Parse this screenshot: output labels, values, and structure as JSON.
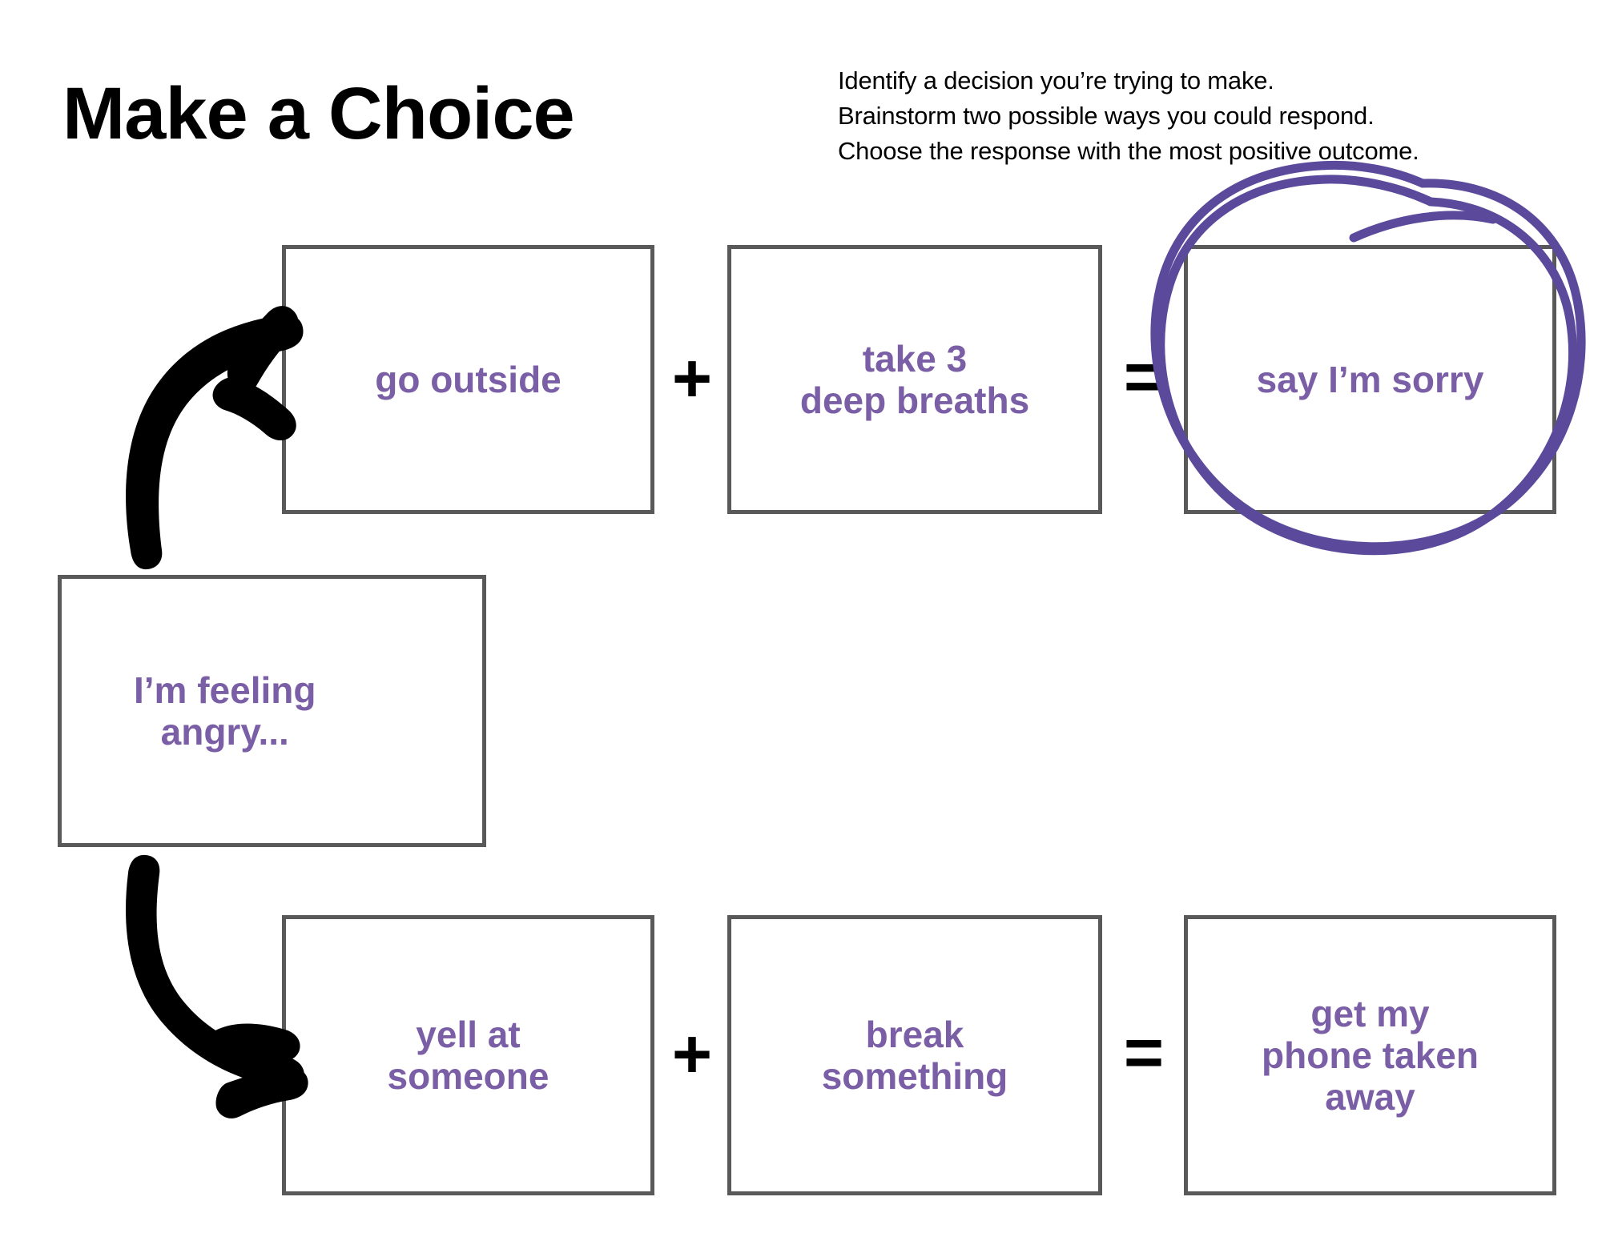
{
  "page": {
    "title": "Make a Choice",
    "background_color": "#ffffff",
    "accent_purple": "#7B5FA6",
    "annotation_purple": "#5B4A9B",
    "box_border_color": "#595959",
    "text_color": "#000000"
  },
  "instructions": {
    "line1": "Identify a decision you’re trying to make.",
    "line2": "Brainstorm two possible ways you could respond.",
    "line3": "Choose the response with the most positive outcome."
  },
  "prompt_box": {
    "label": "I’m feeling\nangry..."
  },
  "operators": {
    "plus": "+",
    "equals": "="
  },
  "options": [
    {
      "id": "option-positive",
      "action": "go outside",
      "plus": "+",
      "action2": "take 3\ndeep breaths",
      "equals": "=",
      "outcome": "say I’m sorry",
      "selected": true
    },
    {
      "id": "option-negative",
      "action": "yell at\nsomeone",
      "plus": "+",
      "action2": "break\nsomething",
      "equals": "=",
      "outcome": "get my\nphone taken\naway",
      "selected": false
    }
  ],
  "annotations": {
    "selected_outcome_circle": "hand-drawn purple ellipse circling “say I’m sorry”",
    "arrow_top": "black curved arrow pointing from prompt box up-right to “go outside”",
    "arrow_bottom": "black curved arrow pointing from prompt box down-right to “yell at someone”"
  }
}
